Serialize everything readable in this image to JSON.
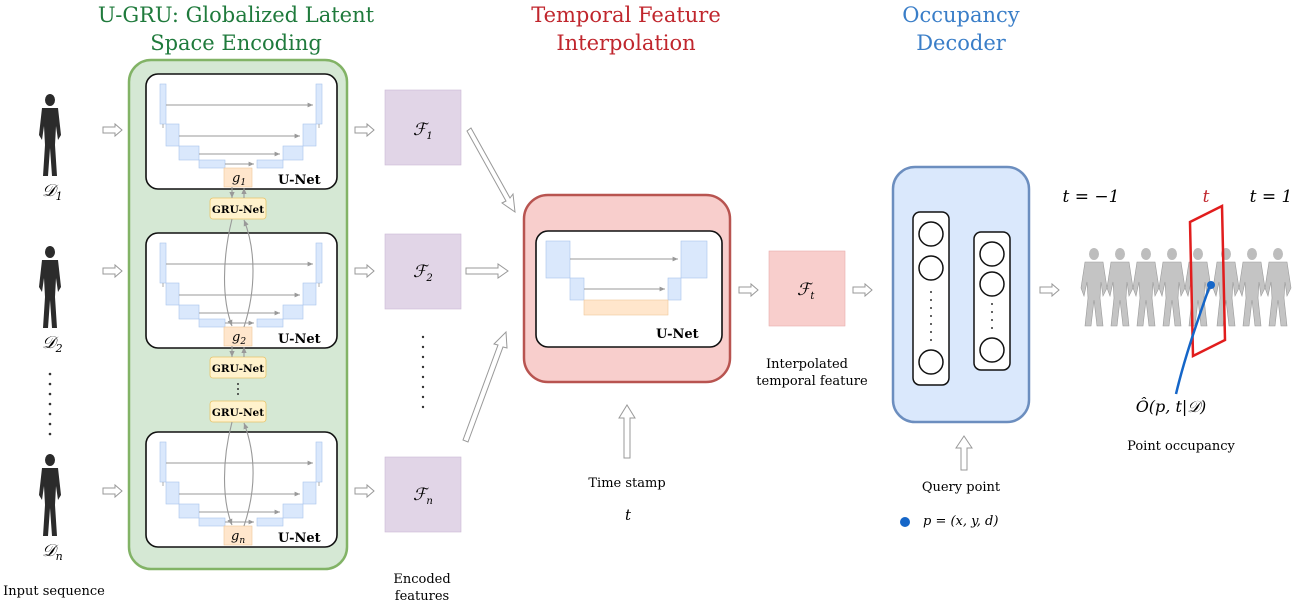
{
  "titles": {
    "ugru_line1": "U-GRU: Globalized Latent",
    "ugru_line2": "Space Encoding",
    "interp_line1": "Temporal Feature",
    "interp_line2": "Interpolation",
    "decoder_line1": "Occupancy",
    "decoder_line2": "Decoder"
  },
  "inputs": {
    "d1": "𝒟",
    "d1_sub": "1",
    "d2": "𝒟",
    "d2_sub": "2",
    "dn": "𝒟",
    "dn_sub": "n",
    "caption": "Input sequence"
  },
  "unet": {
    "label": "U-Net",
    "g1": "g",
    "g1_sub": "1",
    "g2": "g",
    "g2_sub": "2",
    "gn": "g",
    "gn_sub": "n",
    "gru_label": "GRU-Net"
  },
  "features": {
    "f1": "ℱ",
    "f1_sub": "1",
    "f2": "ℱ",
    "f2_sub": "2",
    "fn": "ℱ",
    "fn_sub": "n",
    "caption_line1": "Encoded",
    "caption_line2": "features"
  },
  "interpolation": {
    "unet_label": "U-Net",
    "time_caption": "Time stamp",
    "t_symbol": "t"
  },
  "interpolated": {
    "ft": "ℱ",
    "ft_sub": "t",
    "caption_line1": "Interpolated",
    "caption_line2": "temporal feature"
  },
  "decoder": {
    "query_caption": "Query point",
    "query_formula": "p = (x, y, d)"
  },
  "output": {
    "t_start": "t = −1",
    "t_mid": "t",
    "t_end": "t = 1",
    "occupancy_formula": "Ô(p, t|𝒟)",
    "caption": "Point occupancy"
  },
  "colors": {
    "green_title": "#1f7a3c",
    "red_title": "#c0262d",
    "blue_title": "#3a7ec8",
    "green_panel": "#d5e8d4",
    "green_border": "#82b366",
    "red_panel": "#f8cecc",
    "red_border": "#b85450",
    "blue_panel": "#dae8fc",
    "blue_border": "#6c8ebf",
    "feature_purple": "#e1d5e7",
    "feature_pink": "#f8cecc",
    "g_orange": "#ffe6cc",
    "gru_yellow": "#fff2cc"
  }
}
